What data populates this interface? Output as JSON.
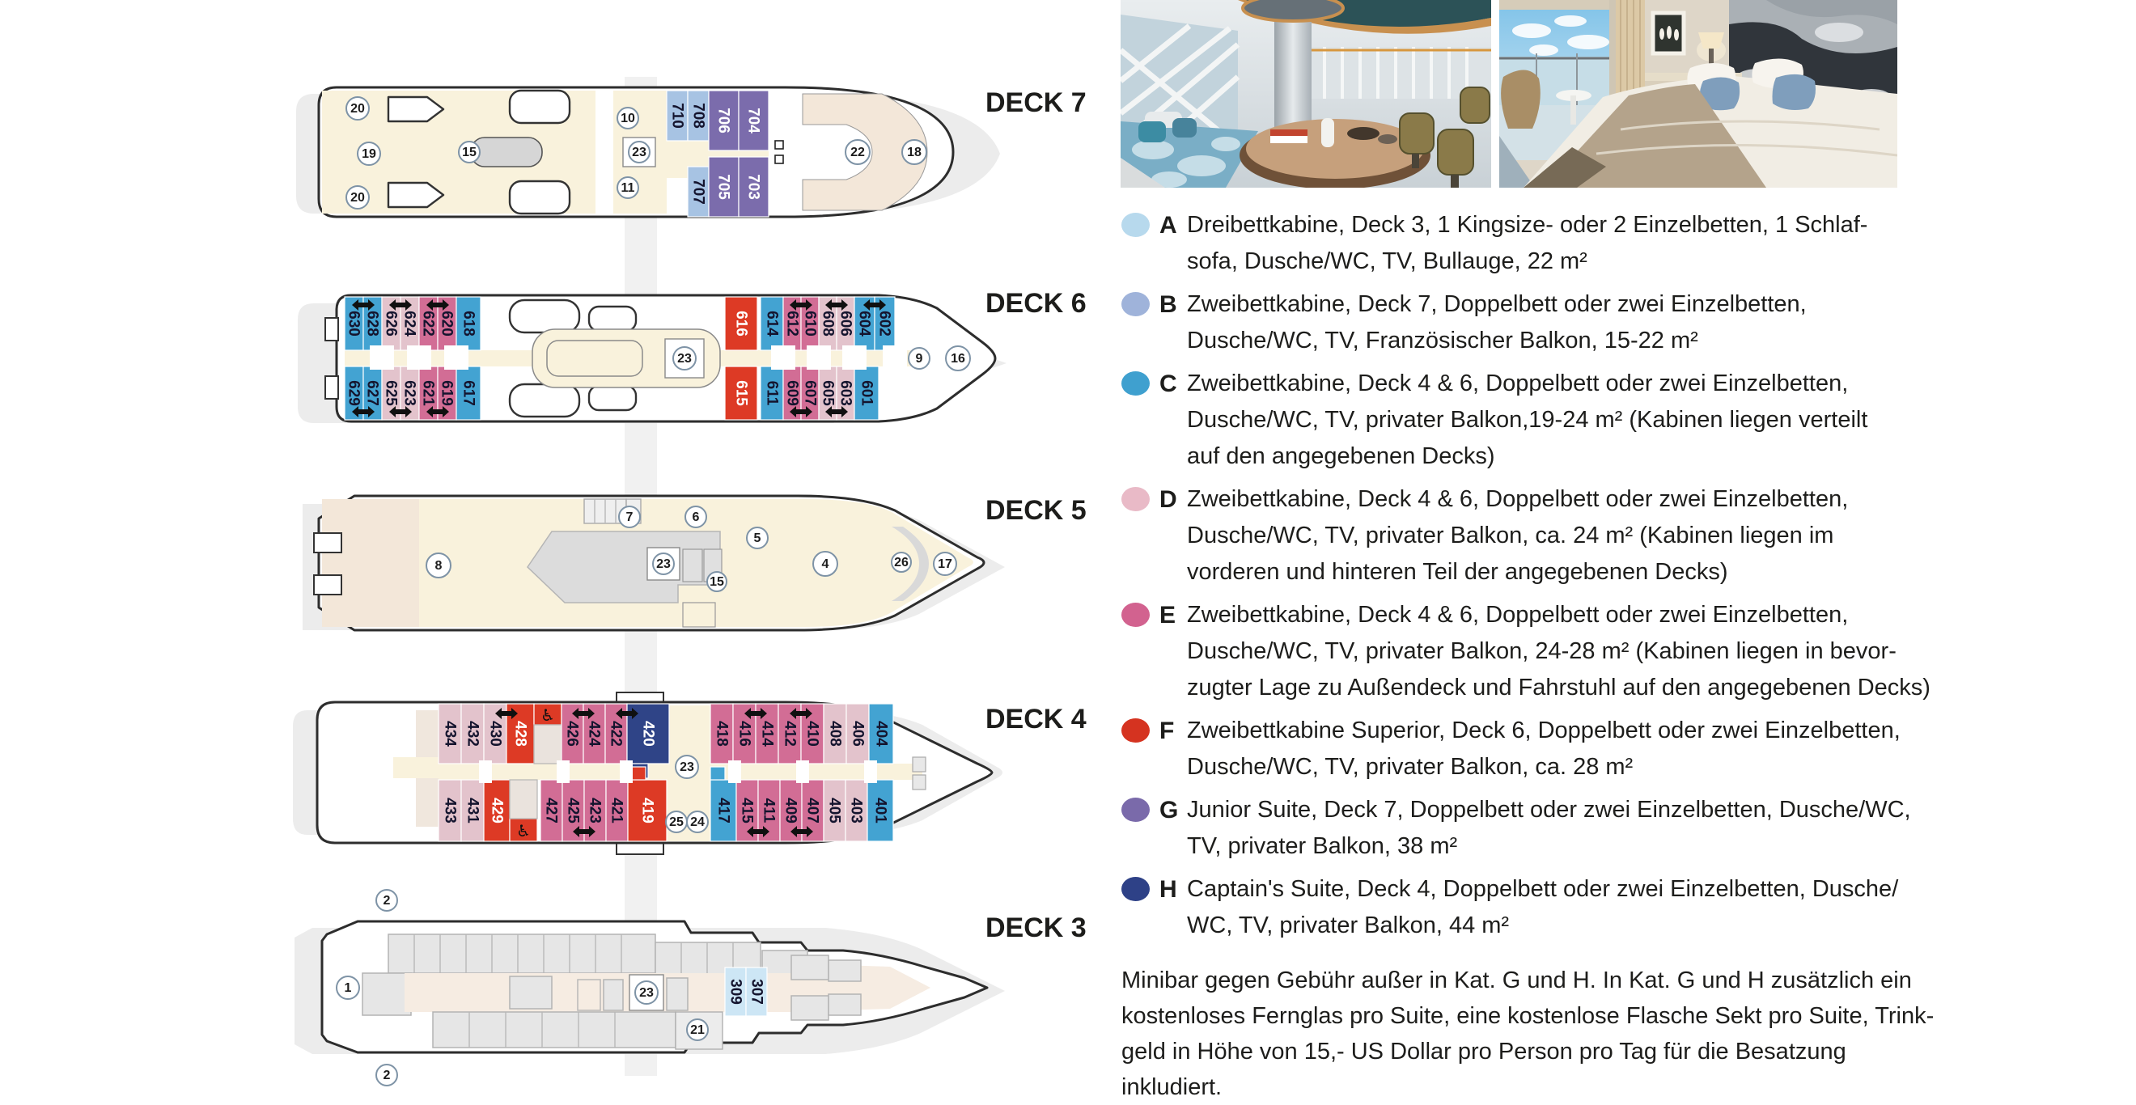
{
  "page": {
    "background": "#ffffff"
  },
  "photos": [
    {
      "id": "observation-lounge"
    },
    {
      "id": "cabin-interior"
    }
  ],
  "decks": [
    {
      "name": "DECK 7",
      "cabins": [
        {
          "n": "710",
          "cat": "B"
        },
        {
          "n": "708",
          "cat": "B"
        },
        {
          "n": "706",
          "cat": "G"
        },
        {
          "n": "704",
          "cat": "G"
        },
        {
          "n": "707",
          "cat": "B"
        },
        {
          "n": "705",
          "cat": "G"
        },
        {
          "n": "703",
          "cat": "G"
        }
      ],
      "circles": [
        "20",
        "19",
        "20",
        "15",
        "10",
        "23",
        "11",
        "22",
        "18"
      ]
    },
    {
      "name": "DECK 6",
      "cabins": [
        {
          "n": "630",
          "cat": "C"
        },
        {
          "n": "628",
          "cat": "C"
        },
        {
          "n": "626",
          "cat": "D"
        },
        {
          "n": "624",
          "cat": "D"
        },
        {
          "n": "622",
          "cat": "E"
        },
        {
          "n": "620",
          "cat": "E"
        },
        {
          "n": "618",
          "cat": "C"
        },
        {
          "n": "616",
          "cat": "F"
        },
        {
          "n": "614",
          "cat": "C"
        },
        {
          "n": "612",
          "cat": "E"
        },
        {
          "n": "610",
          "cat": "E"
        },
        {
          "n": "608",
          "cat": "D"
        },
        {
          "n": "606",
          "cat": "D"
        },
        {
          "n": "604",
          "cat": "C"
        },
        {
          "n": "602",
          "cat": "C"
        },
        {
          "n": "629",
          "cat": "C"
        },
        {
          "n": "627",
          "cat": "C"
        },
        {
          "n": "625",
          "cat": "D"
        },
        {
          "n": "623",
          "cat": "D"
        },
        {
          "n": "621",
          "cat": "E"
        },
        {
          "n": "619",
          "cat": "E"
        },
        {
          "n": "617",
          "cat": "C"
        },
        {
          "n": "615",
          "cat": "F"
        },
        {
          "n": "611",
          "cat": "C"
        },
        {
          "n": "609",
          "cat": "E"
        },
        {
          "n": "607",
          "cat": "E"
        },
        {
          "n": "605",
          "cat": "D"
        },
        {
          "n": "603",
          "cat": "D"
        },
        {
          "n": "601",
          "cat": "C"
        }
      ],
      "circles": [
        "23",
        "9",
        "16"
      ]
    },
    {
      "name": "DECK 5",
      "cabins": [],
      "circles": [
        "8",
        "7",
        "6",
        "5",
        "23",
        "15",
        "4",
        "26",
        "17"
      ]
    },
    {
      "name": "DECK 4",
      "cabins": [
        {
          "n": "434",
          "cat": "D"
        },
        {
          "n": "432",
          "cat": "D"
        },
        {
          "n": "430",
          "cat": "D"
        },
        {
          "n": "428",
          "cat": "F"
        },
        {
          "n": "426",
          "cat": "E"
        },
        {
          "n": "424",
          "cat": "E"
        },
        {
          "n": "422",
          "cat": "E"
        },
        {
          "n": "420",
          "cat": "H"
        },
        {
          "n": "418",
          "cat": "E"
        },
        {
          "n": "416",
          "cat": "E"
        },
        {
          "n": "414",
          "cat": "E"
        },
        {
          "n": "412",
          "cat": "E"
        },
        {
          "n": "410",
          "cat": "E"
        },
        {
          "n": "408",
          "cat": "D"
        },
        {
          "n": "406",
          "cat": "D"
        },
        {
          "n": "404",
          "cat": "C"
        },
        {
          "n": "433",
          "cat": "D"
        },
        {
          "n": "431",
          "cat": "D"
        },
        {
          "n": "429",
          "cat": "F"
        },
        {
          "n": "427",
          "cat": "E"
        },
        {
          "n": "425",
          "cat": "E"
        },
        {
          "n": "423",
          "cat": "E"
        },
        {
          "n": "421",
          "cat": "E"
        },
        {
          "n": "419",
          "cat": "F"
        },
        {
          "n": "417",
          "cat": "C"
        },
        {
          "n": "415",
          "cat": "E"
        },
        {
          "n": "411",
          "cat": "E"
        },
        {
          "n": "409",
          "cat": "E"
        },
        {
          "n": "407",
          "cat": "E"
        },
        {
          "n": "405",
          "cat": "D"
        },
        {
          "n": "403",
          "cat": "D"
        },
        {
          "n": "401",
          "cat": "C"
        }
      ],
      "circles": [
        "23",
        "25",
        "24"
      ]
    },
    {
      "name": "DECK 3",
      "cabins": [
        {
          "n": "309",
          "cat": "A"
        },
        {
          "n": "307",
          "cat": "A"
        }
      ],
      "circles": [
        "2",
        "1",
        "23",
        "21",
        "2"
      ]
    }
  ],
  "legend": {
    "items": [
      {
        "letter": "A",
        "color": "#b7d9ed",
        "text": "Dreibettkabine, Deck 3, 1 Kingsize- oder 2 Einzelbetten, 1 Schlaf-\nsofa, Dusche/WC, TV, Bullauge, 22 m²"
      },
      {
        "letter": "B",
        "color": "#9fb3da",
        "text": "Zweibettkabine, Deck 7, Doppelbett oder zwei Einzelbetten,\nDusche/WC, TV, Französischer Balkon, 15-22 m²"
      },
      {
        "letter": "C",
        "color": "#3fa0cf",
        "text": "Zweibettkabine, Deck 4 & 6, Doppelbett oder zwei Einzelbetten,\nDusche/WC, TV, privater Balkon,19-24 m² (Kabinen liegen verteilt\nauf den angegebenen Decks)"
      },
      {
        "letter": "D",
        "color": "#e9bac7",
        "text": "Zweibettkabine, Deck 4 & 6, Doppelbett oder zwei Einzelbetten,\nDusche/WC, TV, privater Balkon, ca. 24 m² (Kabinen liegen im\nvorderen und hinteren Teil der angegebenen Decks)"
      },
      {
        "letter": "E",
        "color": "#d2628f",
        "text": "Zweibettkabine, Deck 4 & 6, Doppelbett oder zwei Einzelbetten,\nDusche/WC, TV, privater Balkon, 24-28 m² (Kabinen liegen in bevor-\nzugter Lage zu Außendeck und Fahrstuhl auf den angegebenen Decks)"
      },
      {
        "letter": "F",
        "color": "#d53320",
        "text": "Zweibettkabine Superior, Deck 6, Doppelbett oder zwei Einzelbetten,\nDusche/WC, TV, privater Balkon, ca. 28 m²"
      },
      {
        "letter": "G",
        "color": "#7a6aaa",
        "text": "Junior Suite, Deck 7, Doppelbett oder zwei Einzelbetten, Dusche/WC,\nTV, privater Balkon, 38 m²"
      },
      {
        "letter": "H",
        "color": "#2e4187",
        "text": "Captain's Suite, Deck 4, Doppelbett oder zwei Einzelbetten, Dusche/\nWC, TV, privater Balkon, 44 m²"
      }
    ]
  },
  "footnote": "Minibar gegen Gebühr außer in Kat. G und H. In Kat. G und H zusätzlich ein\nkostenloses Fernglas pro Suite, eine kostenlose Flasche Sekt pro Suite, Trink-\ngeld in Höhe von 15,- US Dollar pro Person pro Tag für die Besatzung inkludiert.",
  "category_colors": {
    "A": "#cde6f5",
    "B": "#a7c3e3",
    "C": "#43a3d2",
    "D": "#e3c3cc",
    "E": "#d26d95",
    "F": "#dd3a25",
    "G": "#7b6cac",
    "H": "#2f4487"
  }
}
